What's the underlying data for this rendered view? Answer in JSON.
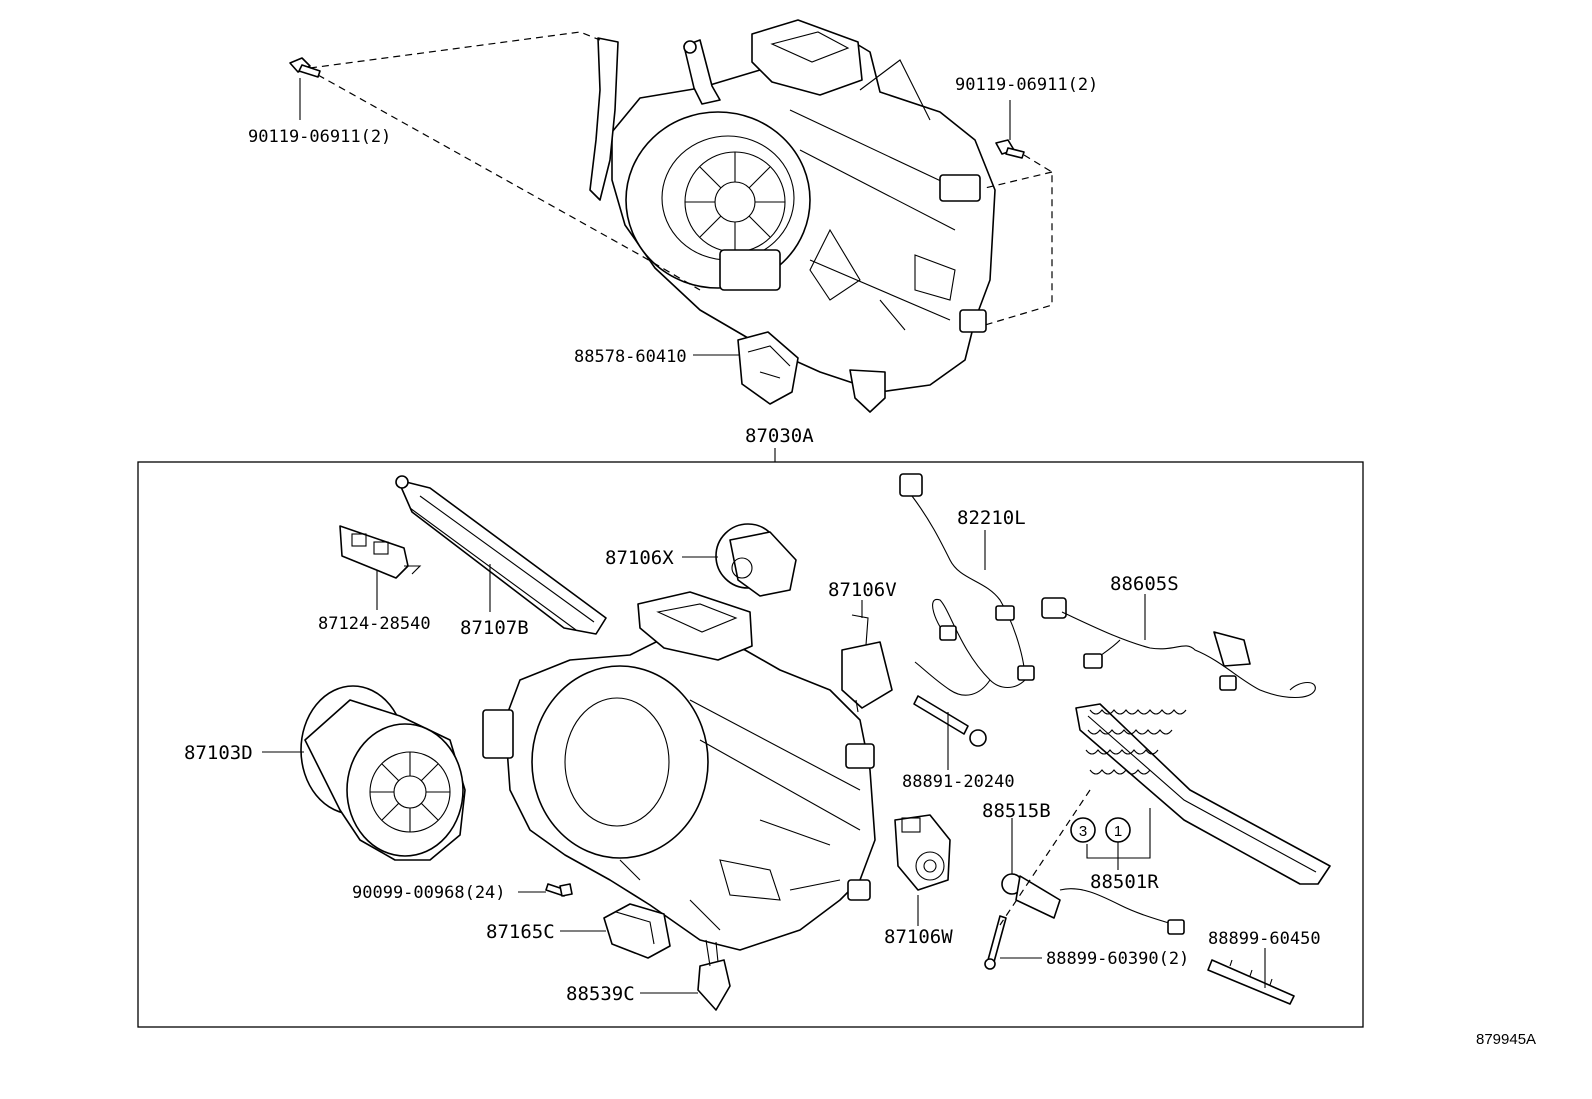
{
  "diagram": {
    "reference_number": "879945A",
    "assembly_label": "87030A",
    "upper_parts": {
      "bolt_left": "90119-06911(2)",
      "bolt_right": "90119-06911(2)",
      "resistor": "88578-60410"
    },
    "kit_parts": {
      "p82210L": "82210L",
      "p87106X": "87106X",
      "p87106V": "87106V",
      "p88605S": "88605S",
      "p87124": "87124-28540",
      "p87107B": "87107B",
      "p87103D": "87103D",
      "p88891": "88891-20240",
      "p88515B": "88515B",
      "p88501R": "88501R",
      "p90099": "90099-00968(24)",
      "p87165C": "87165C",
      "p87106W": "87106W",
      "p88899a": "88899-60390(2)",
      "p88899b": "88899-60450",
      "p88539C": "88539C"
    },
    "callouts": {
      "c3": "3",
      "c1": "1"
    }
  }
}
